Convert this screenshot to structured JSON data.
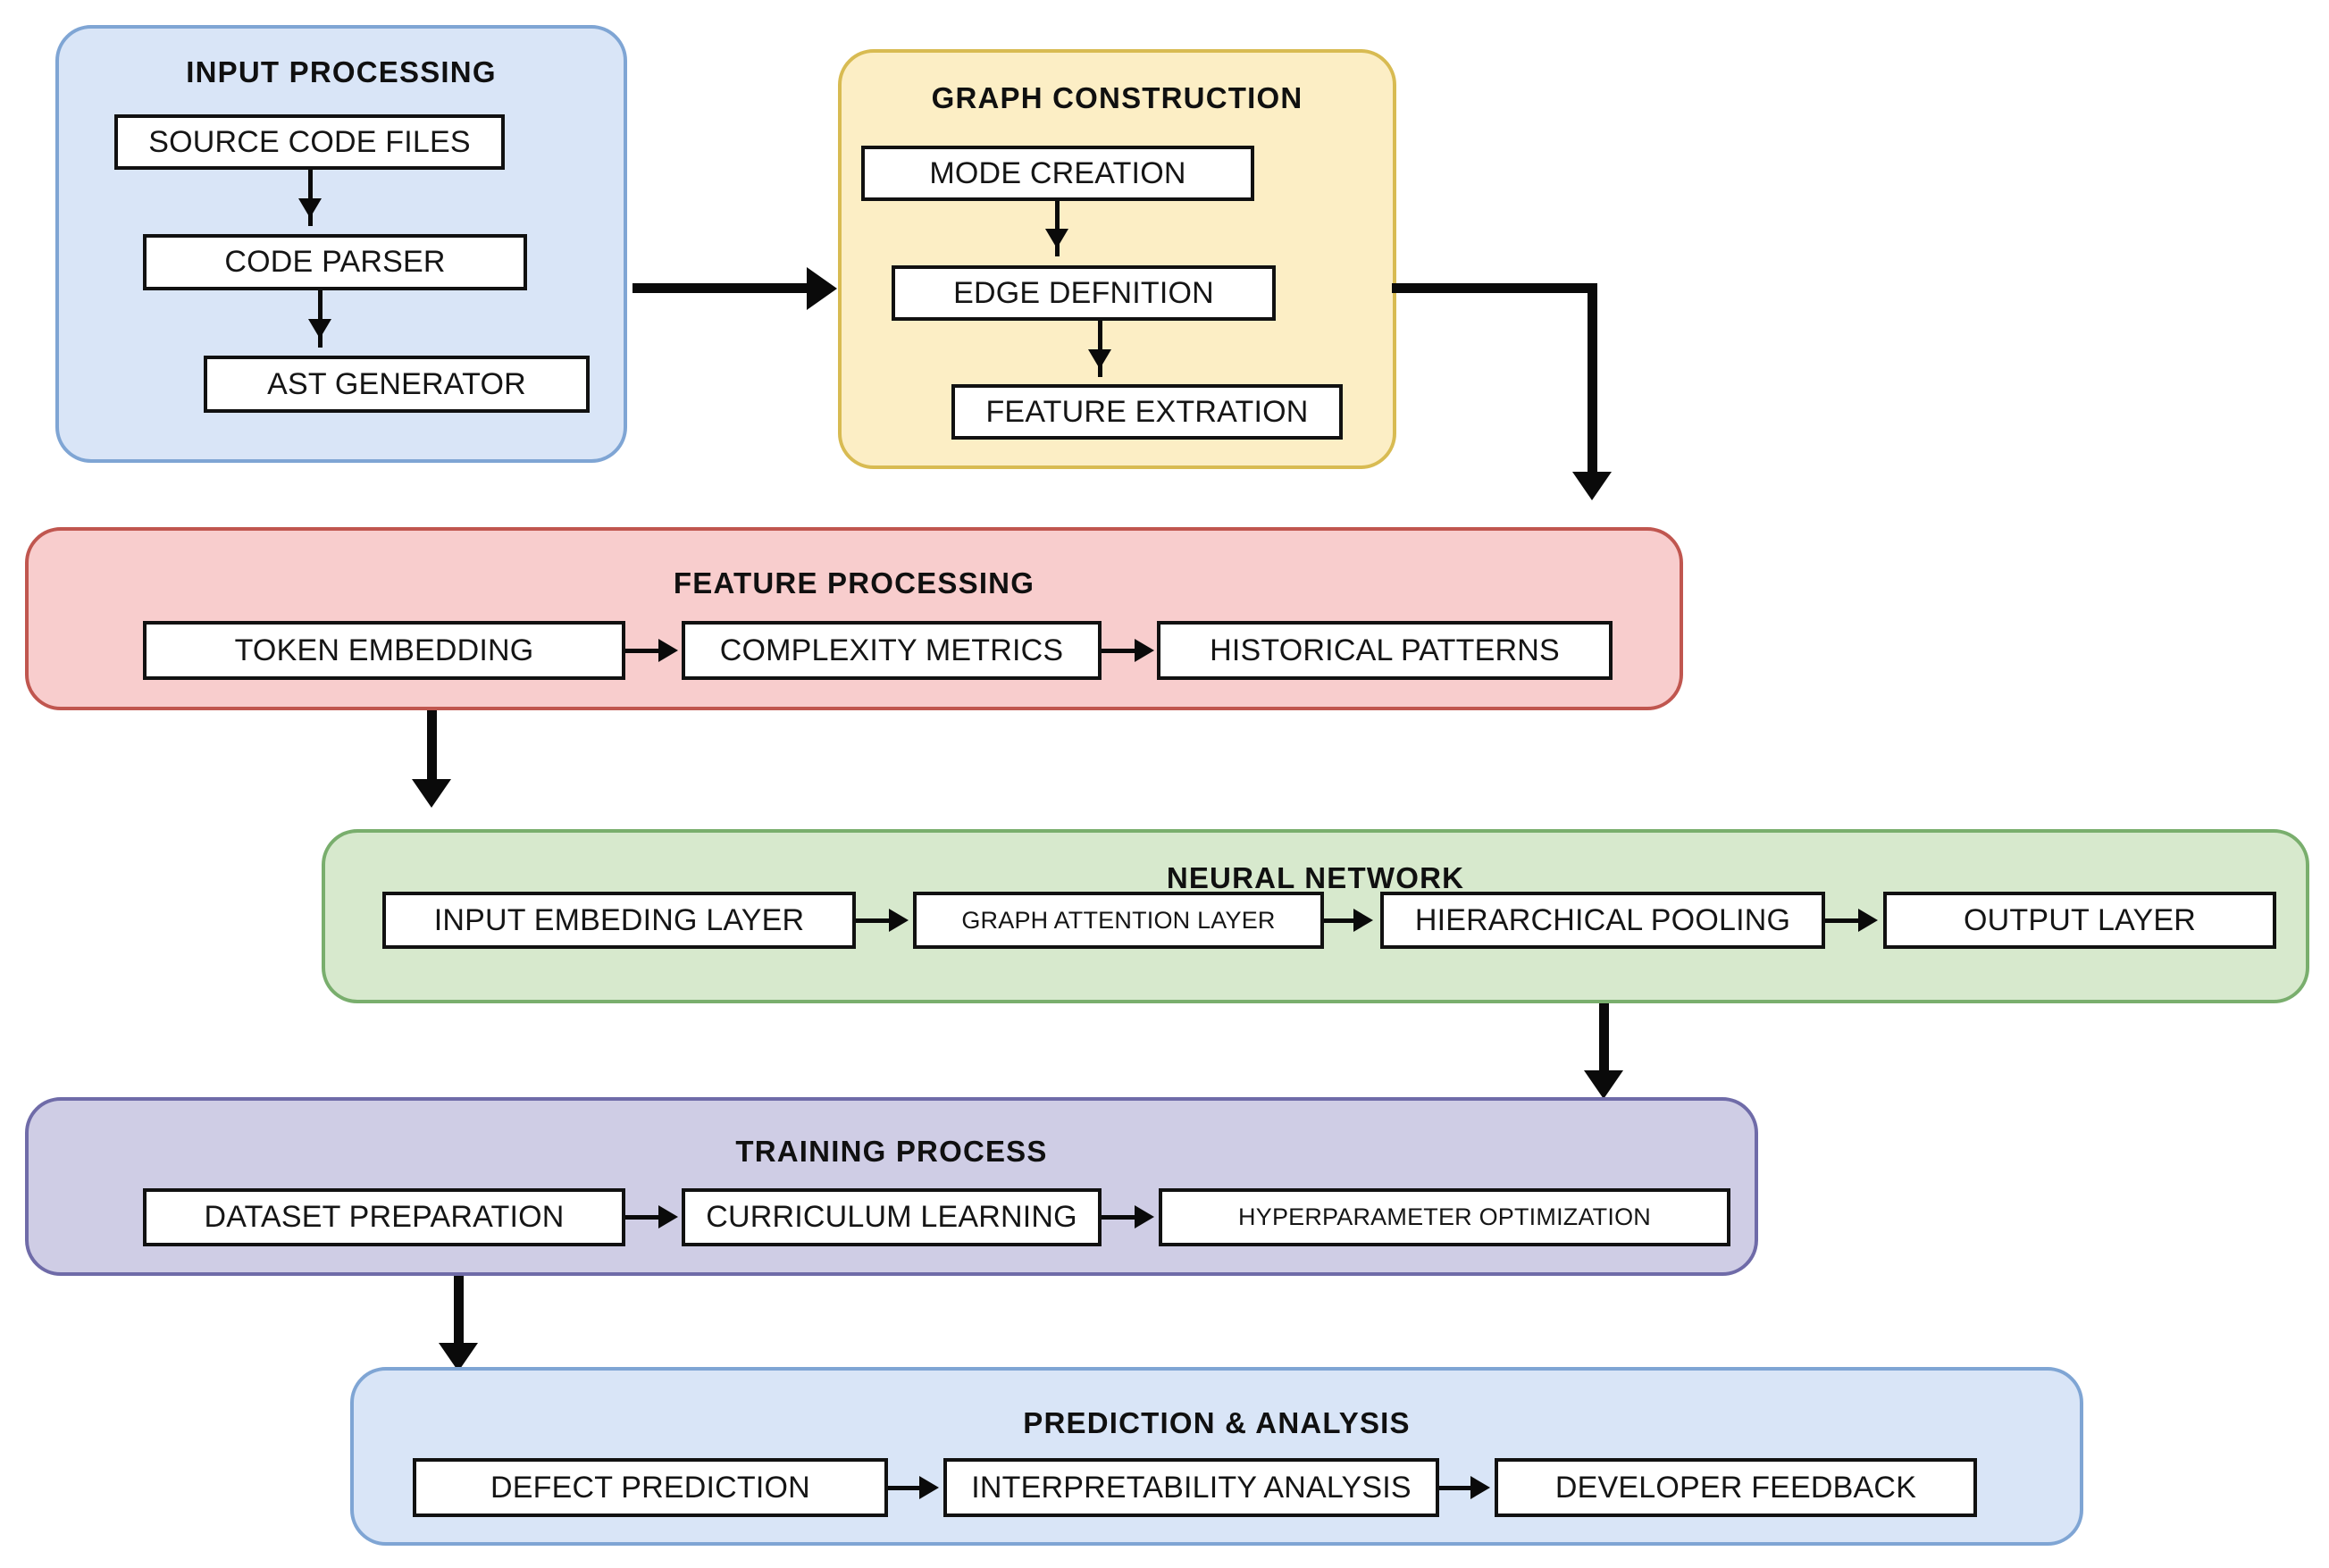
{
  "diagram": {
    "title": "Defect prediction pipeline flowchart",
    "sections": [
      {
        "id": "input-processing",
        "title": "INPUT PROCESSING",
        "fill": "#d9e5f7",
        "stroke": "#7fa5d4",
        "nodes": [
          {
            "id": "source-code-files",
            "label": "SOURCE CODE FILES"
          },
          {
            "id": "code-parser",
            "label": "CODE PARSER"
          },
          {
            "id": "ast-generator",
            "label": "AST GENERATOR"
          }
        ]
      },
      {
        "id": "graph-construction",
        "title": "GRAPH CONSTRUCTION",
        "fill": "#fceec5",
        "stroke": "#d8bb52",
        "nodes": [
          {
            "id": "mode-creation",
            "label": "MODE CREATION"
          },
          {
            "id": "edge-defnition",
            "label": "EDGE DEFNITION"
          },
          {
            "id": "feature-extration",
            "label": "FEATURE EXTRATION"
          }
        ]
      },
      {
        "id": "feature-processing",
        "title": "FEATURE PROCESSING",
        "fill": "#f8cdcd",
        "stroke": "#c0564f",
        "nodes": [
          {
            "id": "token-embedding",
            "label": "TOKEN EMBEDDING"
          },
          {
            "id": "complexity-metrics",
            "label": "COMPLEXITY METRICS"
          },
          {
            "id": "historical-patterns",
            "label": "HISTORICAL PATTERNS"
          }
        ]
      },
      {
        "id": "neural-network",
        "title": "NEURAL NETWORK",
        "fill": "#d7e9cd",
        "stroke": "#79ae6d",
        "nodes": [
          {
            "id": "input-embeding-layer",
            "label": "INPUT EMBEDING LAYER"
          },
          {
            "id": "graph-attention-layer",
            "label": "GRAPH ATTENTION LAYER"
          },
          {
            "id": "hierarchical-pooling",
            "label": "HIERARCHICAL POOLING"
          },
          {
            "id": "output-layer",
            "label": "OUTPUT LAYER"
          }
        ]
      },
      {
        "id": "training-process",
        "title": "TRAINING PROCESS",
        "fill": "#cfcde5",
        "stroke": "#6f6ba8",
        "nodes": [
          {
            "id": "dataset-preparation",
            "label": "DATASET PREPARATION"
          },
          {
            "id": "curriculum-learning",
            "label": "CURRICULUM LEARNING"
          },
          {
            "id": "hyperparameter-optimization",
            "label": "HYPERPARAMETER OPTIMIZATION"
          }
        ]
      },
      {
        "id": "prediction-analysis",
        "title": "PREDICTION & ANALYSIS",
        "fill": "#d9e5f7",
        "stroke": "#7fa5d4",
        "nodes": [
          {
            "id": "defect-prediction",
            "label": "DEFECT PREDICTION"
          },
          {
            "id": "interpretability-analysis",
            "label": "INTERPRETABILITY ANALYSIS"
          },
          {
            "id": "developer-feedback",
            "label": "DEVELOPER FEEDBACK"
          }
        ]
      }
    ]
  }
}
